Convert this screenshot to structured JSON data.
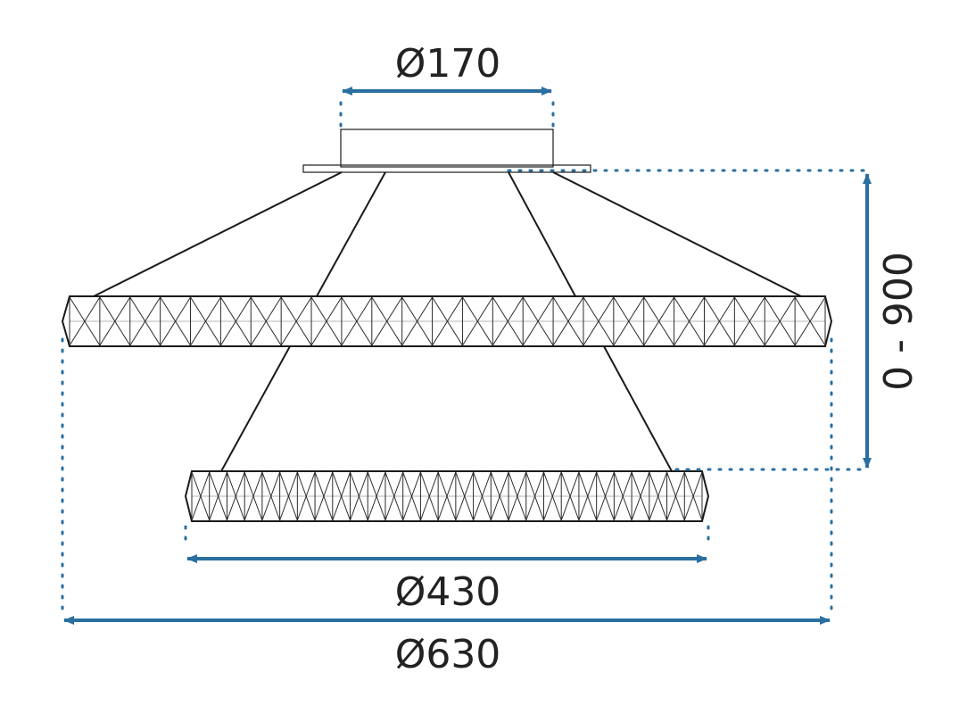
{
  "drawing": {
    "line_color": "#1a1a1a",
    "accent_color": "#2a6fa0",
    "dimensions": {
      "canopy_diameter": "Ø170",
      "height_range": "0 - 900",
      "small_ring_diameter": "Ø430",
      "large_ring_diameter": "Ø630"
    }
  }
}
